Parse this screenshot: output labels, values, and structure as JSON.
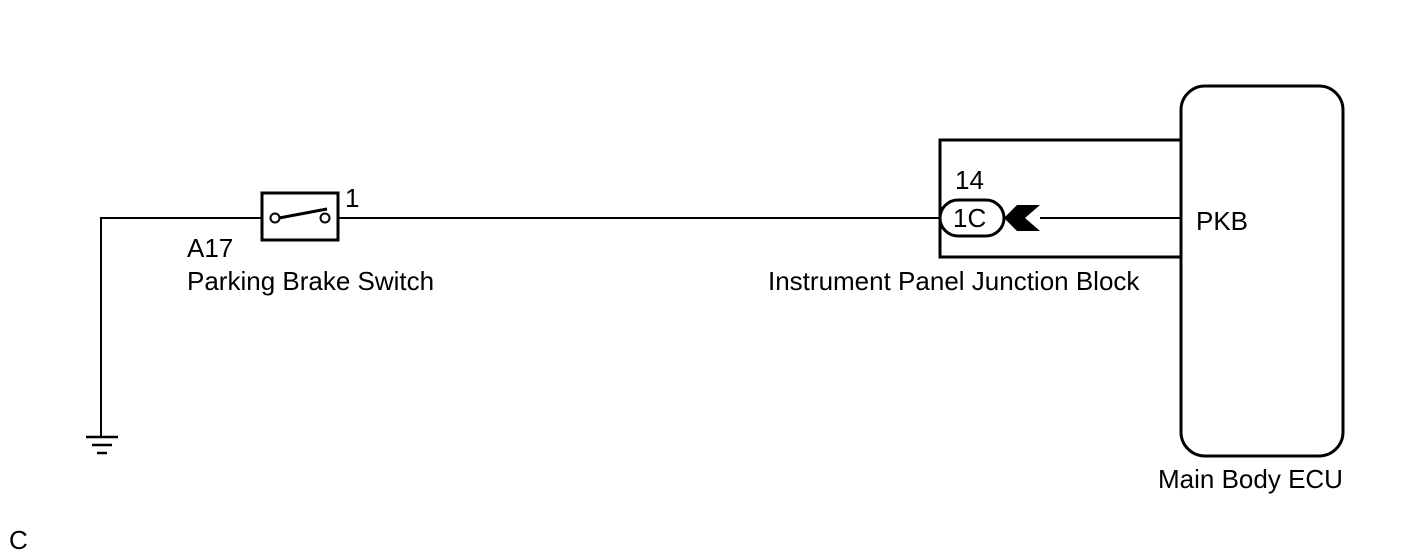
{
  "switch": {
    "connector_id": "A17",
    "name": "Parking Brake Switch",
    "pin": "1"
  },
  "junction_block": {
    "name": "Instrument Panel Junction Block",
    "pin": "14",
    "connector": "1C"
  },
  "ecu": {
    "name": "Main Body ECU",
    "terminal": "PKB"
  },
  "corner_mark": "C"
}
